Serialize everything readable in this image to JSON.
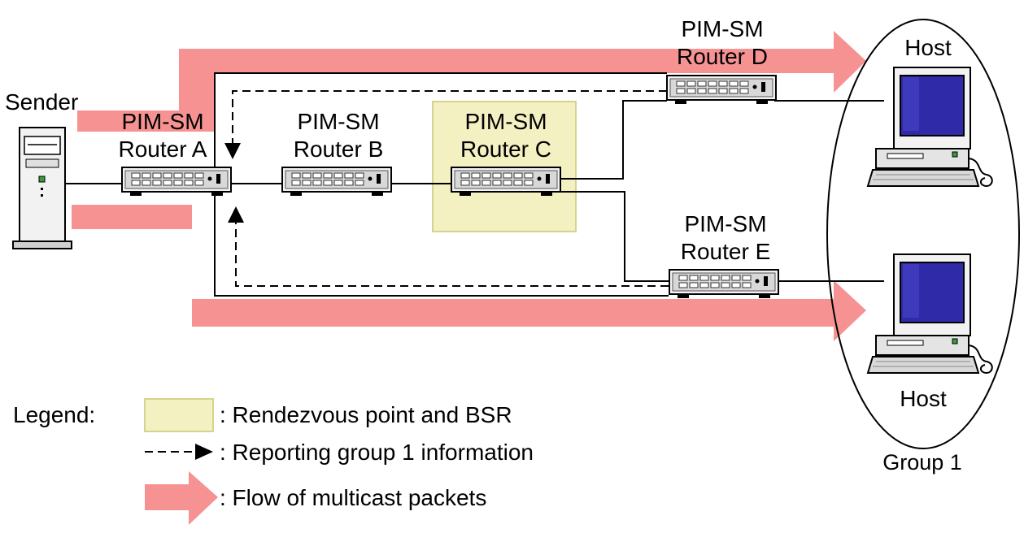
{
  "colors": {
    "flow": "#f69392",
    "rp_fill": "#f3f0c2",
    "rp_stroke": "#d8d28f",
    "screen": "#2f2aa8",
    "device_light": "#f2f2f2",
    "device_mid": "#cfcfcf"
  },
  "nodes": {
    "sender": "Sender",
    "router_a": {
      "line1": "PIM-SM",
      "line2": "Router A"
    },
    "router_b": {
      "line1": "PIM-SM",
      "line2": "Router B"
    },
    "router_c": {
      "line1": "PIM-SM",
      "line2": "Router C"
    },
    "router_d": {
      "line1": "PIM-SM",
      "line2": "Router D"
    },
    "router_e": {
      "line1": "PIM-SM",
      "line2": "Router E"
    },
    "host_top": "Host",
    "host_bottom": "Host",
    "group": "Group 1"
  },
  "legend": {
    "title": "Legend:",
    "rp": ": Rendezvous point and BSR",
    "report": ": Reporting group 1 information",
    "flow": ": Flow of multicast packets"
  },
  "icons": [
    "server-icon",
    "router-icon",
    "host-computer-icon",
    "dashed-arrow-icon",
    "flow-arrow-icon"
  ]
}
